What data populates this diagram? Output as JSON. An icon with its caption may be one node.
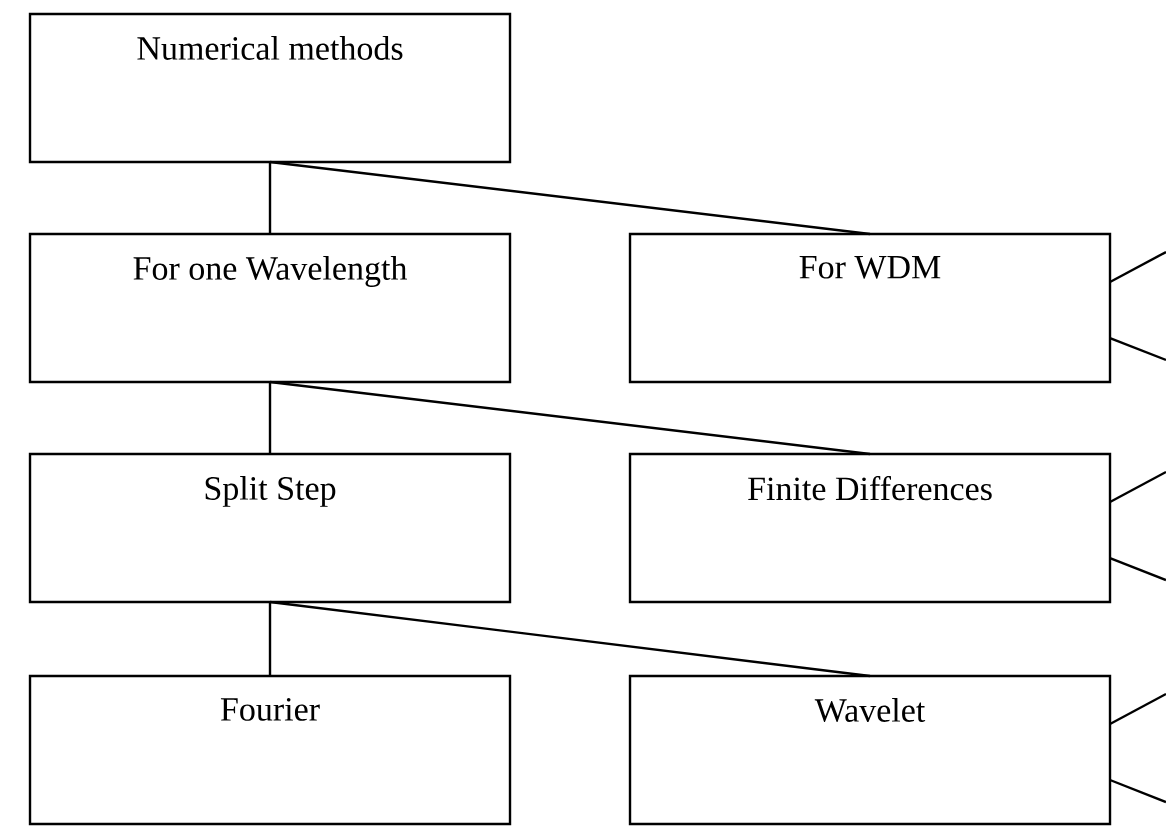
{
  "diagram": {
    "nodes": [
      {
        "text": [
          "Numerical methods"
        ]
      },
      {
        "text": [
          "For one Wavelength"
        ]
      },
      {
        "text": [
          "For WDM"
        ]
      },
      {
        "text": [
          "Split Step"
        ]
      },
      {
        "text": [
          "Finite Differences"
        ]
      },
      {
        "text": [
          "Fourier"
        ]
      },
      {
        "text": [
          "Wavelet"
        ]
      }
    ],
    "edges": [
      {
        "from": 0,
        "to": 1,
        "arrow": "none"
      },
      {
        "from": 0,
        "to": 2,
        "arrow": "none"
      },
      {
        "from": 1,
        "to": 3,
        "arrow": "none"
      },
      {
        "from": 1,
        "to": 4,
        "arrow": "none"
      },
      {
        "from": 3,
        "to": 5,
        "arrow": "none"
      },
      {
        "from": 3,
        "to": 6,
        "arrow": "none"
      },
      {
        "from": 2,
        "to": null,
        "arrow": "none"
      },
      {
        "from": 2,
        "to": null,
        "arrow": "none"
      },
      {
        "from": 4,
        "to": null,
        "arrow": "none"
      },
      {
        "from": 4,
        "to": null,
        "arrow": "none"
      },
      {
        "from": 6,
        "to": null,
        "arrow": "none"
      },
      {
        "from": 6,
        "to": null,
        "arrow": "none"
      }
    ]
  }
}
